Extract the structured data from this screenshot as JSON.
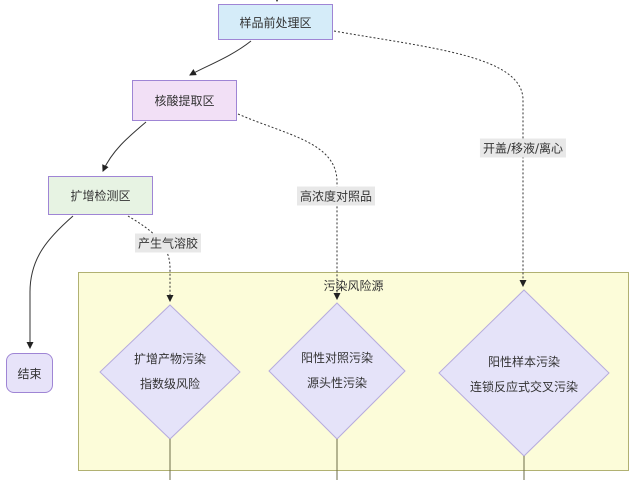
{
  "diagram": {
    "nodes": {
      "pretreatment": {
        "label": "样品前处理区",
        "fill": "#d5ecf9"
      },
      "extraction": {
        "label": "核酸提取区",
        "fill": "#f2e0f6"
      },
      "amplification": {
        "label": "扩增检测区",
        "fill": "#e7f3e3"
      },
      "end": {
        "label": "结束",
        "fill": "#e7e3f9"
      }
    },
    "edge_labels": {
      "aerosol": "产生气溶胶",
      "high_concentration_control": "高浓度对照品",
      "open_pipette_centrifuge": "开盖/移液/离心"
    },
    "risk_container": {
      "label": "污染风险源",
      "fill": "#fcfcd9",
      "border_color": "#b1b172"
    },
    "risk_diamonds": [
      {
        "line1": "扩增产物污染",
        "line2": "指数级风险"
      },
      {
        "line1": "阳性对照污染",
        "line2": "源头性污染"
      },
      {
        "line1": "阳性样本污染",
        "line2": "连锁反应式交叉污染"
      }
    ],
    "colors": {
      "node_border": "#9f85d5",
      "diamond_fill": "#e5e3f9",
      "diamond_border": "#b6abdd",
      "edge": "#333333",
      "edge_label_bg": "#e8e8e8",
      "text": "#333333"
    }
  }
}
